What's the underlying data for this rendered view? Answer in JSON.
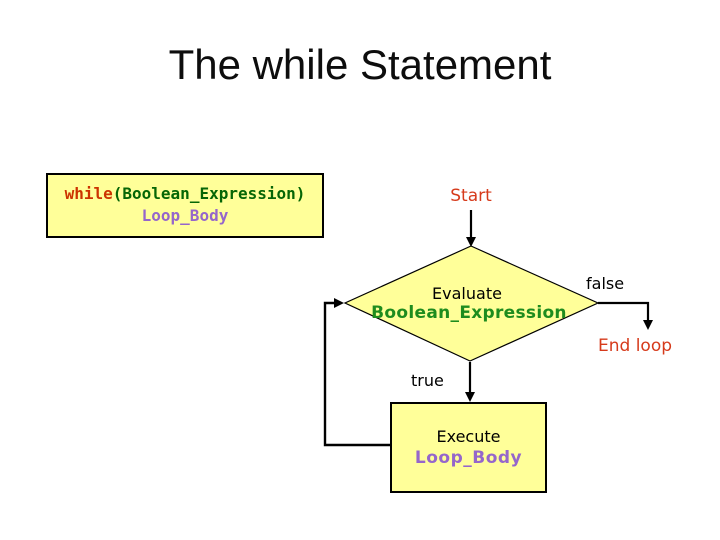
{
  "slide": {
    "title": "The while Statement"
  },
  "code_box": {
    "keyword": "while",
    "condition": "(Boolean_Expression)",
    "body": "Loop_Body"
  },
  "flowchart": {
    "start_label": "Start",
    "decision_line1": "Evaluate",
    "decision_line2": "Boolean_Expression",
    "false_label": "false",
    "end_loop_label": "End loop",
    "true_label": "true",
    "process_line1": "Execute",
    "process_line2": "Loop_Body"
  },
  "colors": {
    "shape_fill": "#FFFF99",
    "shape_border": "#000000",
    "keyword_red": "#CC3300",
    "flow_red": "#D63A1B",
    "code_green": "#066606",
    "expr_green": "#1E8C1E",
    "purple": "#9566CB",
    "title_black": "#0D0D0D",
    "connector_black": "#000000"
  }
}
